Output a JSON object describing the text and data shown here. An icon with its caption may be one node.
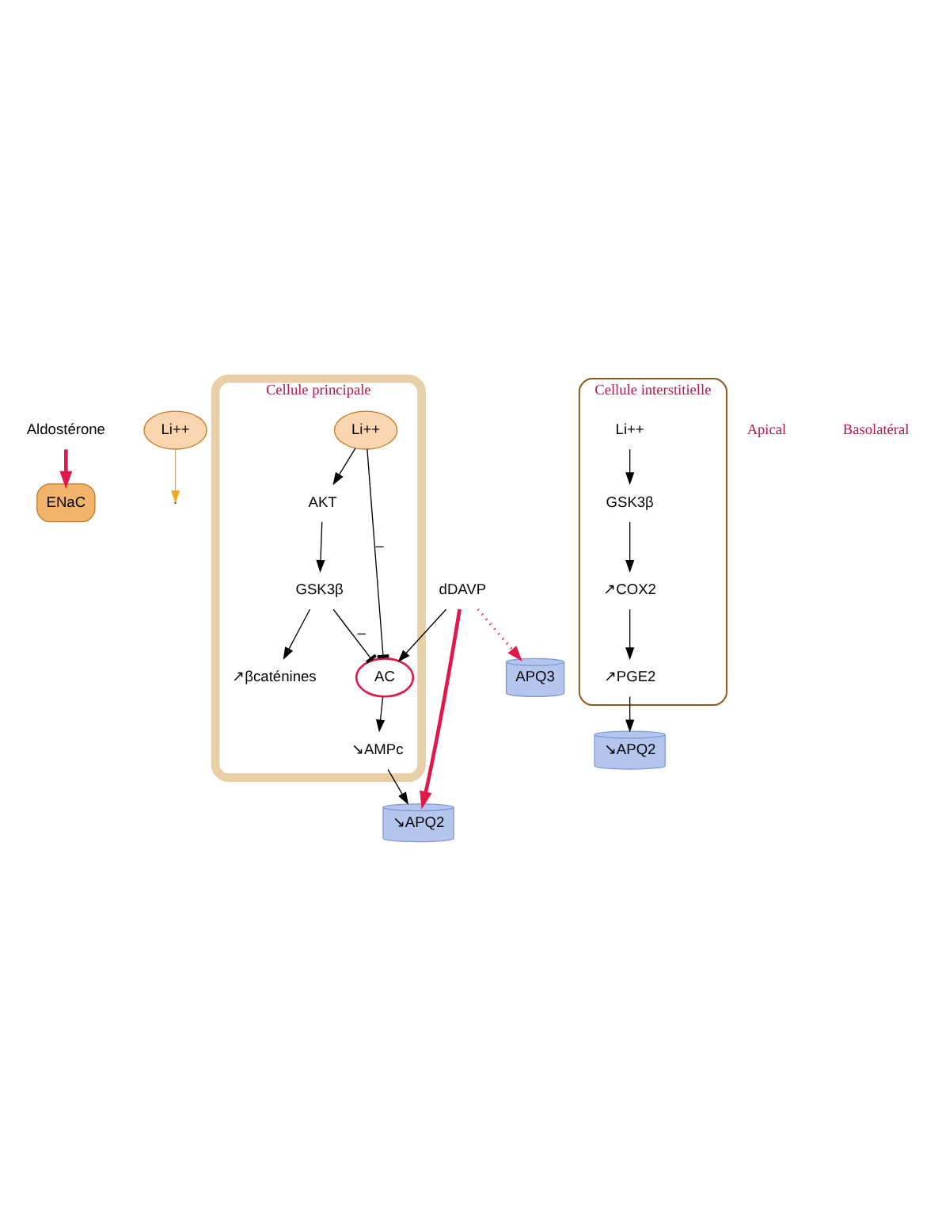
{
  "diagram": {
    "nodes": [
      {
        "text": [
          "Aldostérone"
        ]
      },
      {
        "text": [
          "ENaC"
        ]
      },
      {
        "text": [
          "Li++"
        ]
      },
      {
        "text": [
          "Cellule principale"
        ]
      },
      {
        "text": [
          "Li++"
        ],
        "in": 3
      },
      {
        "text": [
          "AC"
        ],
        "in": 3
      },
      {
        "text": [
          "AKT"
        ],
        "in": 3
      },
      {
        "text": [
          "↘AMPc"
        ],
        "in": 3
      },
      {
        "text": [
          "GSK3β"
        ],
        "in": 3
      },
      {
        "text": [
          "↘APQ2"
        ]
      },
      {
        "text": [
          "↗βcaténines"
        ],
        "in": 3
      },
      {
        "text": [
          "APQ3"
        ]
      },
      {
        "text": [
          "dDAVP"
        ]
      },
      {
        "text": [
          "Cellule interstitielle"
        ]
      },
      {
        "text": [
          "Li++"
        ],
        "in": 13
      },
      {
        "text": [
          "GSK3β"
        ],
        "in": 13
      },
      {
        "text": [
          "↗COX2"
        ],
        "in": 13
      },
      {
        "text": [
          "↗PGE2"
        ],
        "in": 13
      },
      {
        "text": [
          "↘APQ2"
        ]
      }
    ],
    "edges": [
      {
        "from": 0,
        "to": 1,
        "arrow": "to",
        "style": "thick",
        "color": "#e0194a"
      },
      {
        "from": 2,
        "to": null,
        "arrow": "to",
        "color": "#f5a623"
      },
      {
        "from": 4,
        "to": 5,
        "arrow": "other",
        "label": "–"
      },
      {
        "from": 4,
        "to": 6,
        "arrow": "to"
      },
      {
        "from": 5,
        "to": 7,
        "arrow": "to"
      },
      {
        "from": 7,
        "to": 9,
        "arrow": "to"
      },
      {
        "from": 6,
        "to": 8,
        "arrow": "to"
      },
      {
        "from": 8,
        "to": 5,
        "arrow": "other",
        "label": "–"
      },
      {
        "from": 8,
        "to": 10,
        "arrow": "to"
      },
      {
        "from": 12,
        "to": 5,
        "arrow": "to"
      },
      {
        "from": 12,
        "to": 9,
        "arrow": "to",
        "style": "thick",
        "color": "#e0194a"
      },
      {
        "from": 12,
        "to": 11,
        "arrow": "to",
        "style": "dashed",
        "color": "#e0194a"
      },
      {
        "from": 14,
        "to": 15,
        "arrow": "to"
      },
      {
        "from": 15,
        "to": 16,
        "arrow": "to"
      },
      {
        "from": 16,
        "to": 17,
        "arrow": "to"
      },
      {
        "from": 17,
        "to": 18,
        "arrow": "to"
      }
    ],
    "labels": [
      "Apical",
      "Basolatéral"
    ]
  }
}
